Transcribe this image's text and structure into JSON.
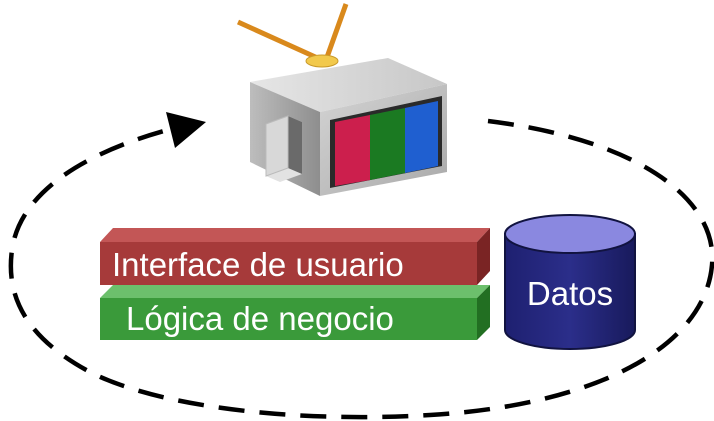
{
  "layers": {
    "ui_label": "Interface de usuario",
    "logic_label": "Lógica de negocio"
  },
  "database": {
    "label": "Datos"
  },
  "colors": {
    "ui_layer": "#a63a3a",
    "logic_layer": "#3a9a3a",
    "database": "#23257a",
    "screen_red": "#cc1f4d",
    "screen_green": "#1b7a22",
    "screen_blue": "#1f5fd0",
    "antenna": "#d9891c",
    "tv_body": "#b8b8b8"
  },
  "icons": {
    "tv": "television-icon",
    "cycle": "dashed-cycle-arrow"
  }
}
